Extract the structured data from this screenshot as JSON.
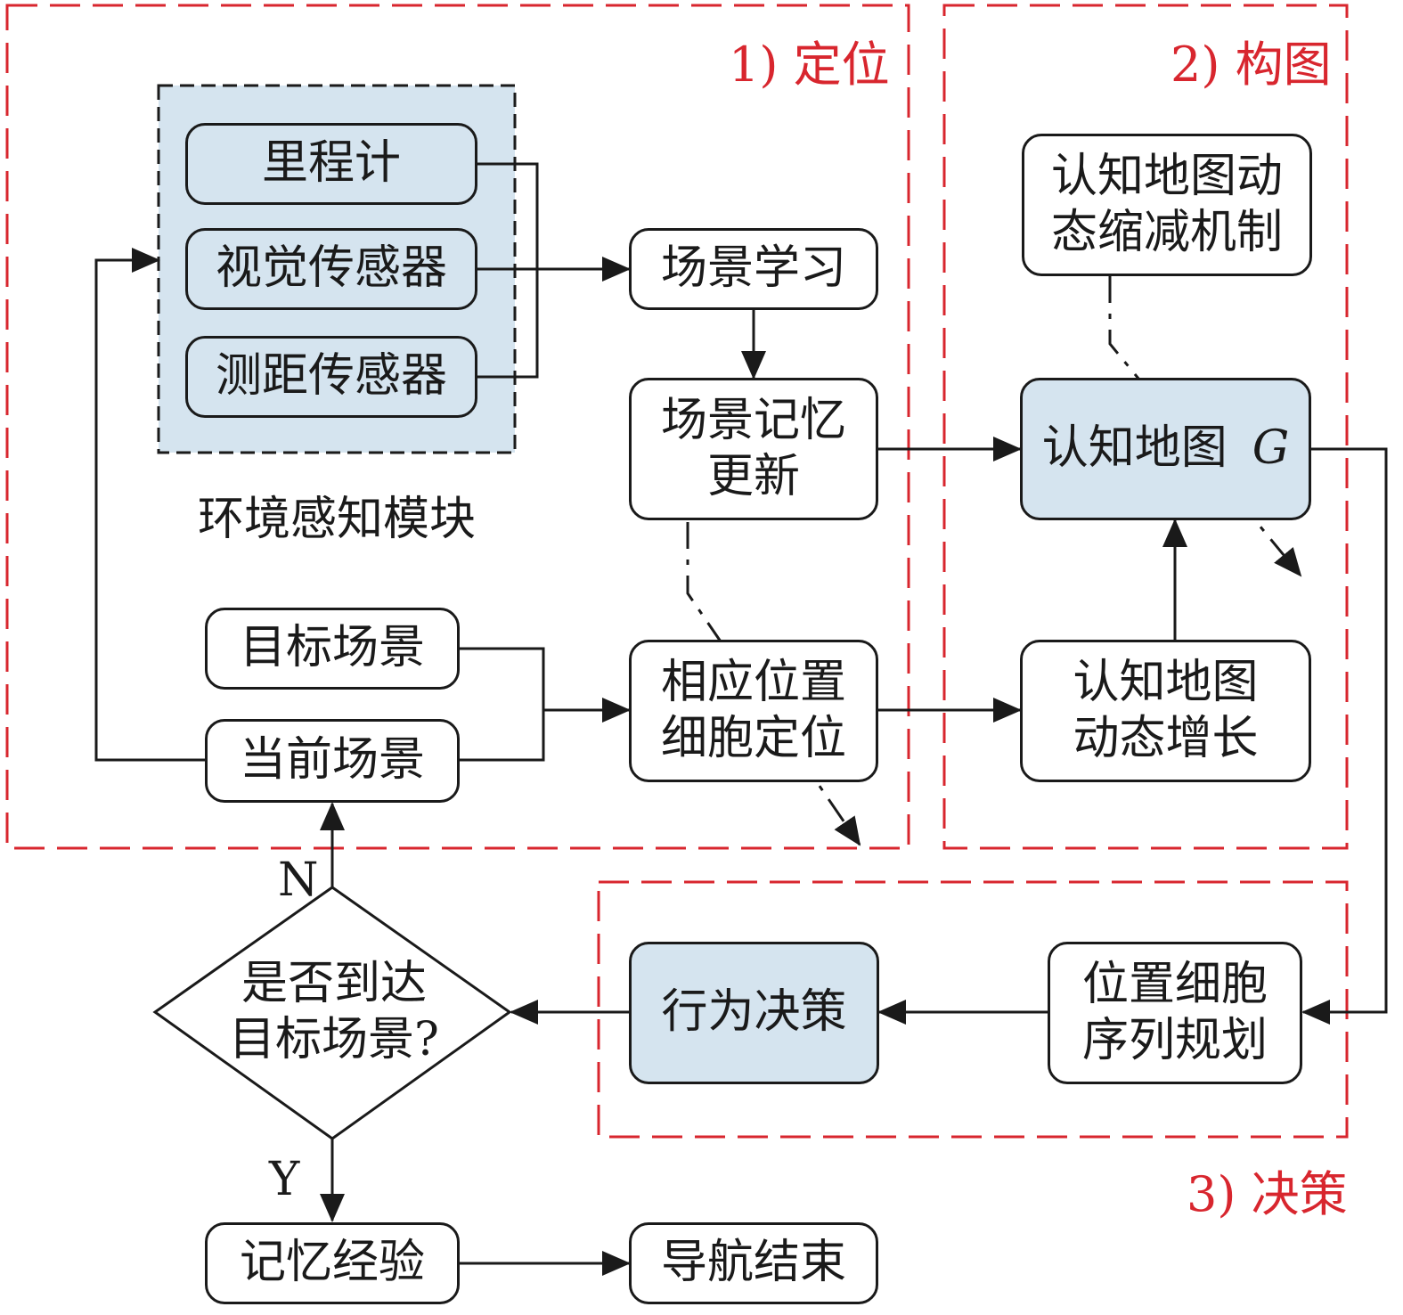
{
  "regions": {
    "localization": "1) 定位",
    "mapping": "2) 构图",
    "decision": "3) 决策"
  },
  "perception": {
    "caption": "环境感知模块",
    "odometer": "里程计",
    "visual_sensor": "视觉传感器",
    "range_sensor": "测距传感器"
  },
  "nodes": {
    "scene_learning": "场景学习",
    "scene_memory_line1": "场景记忆",
    "scene_memory_line2": "更新",
    "target_scene": "目标场景",
    "current_scene": "当前场景",
    "place_cell_line1": "相应位置",
    "place_cell_line2": "细胞定位",
    "cognitive_map": "认知地图",
    "cognitive_map_symbol": "G",
    "shrink_line1": "认知地图动",
    "shrink_line2": "态缩减机制",
    "growth_line1": "认知地图",
    "growth_line2": "动态增长",
    "sequence_line1": "位置细胞",
    "sequence_line2": "序列规划",
    "behavior": "行为决策",
    "decision_line1": "是否到达",
    "decision_line2": "目标场景?",
    "memorize": "记忆经验",
    "end": "导航结束"
  },
  "branches": {
    "no": "N",
    "yes": "Y"
  },
  "colors": {
    "region_border": "#d8262e",
    "highlight_fill": "#d5e4ef",
    "stroke": "#1a1a1a"
  }
}
